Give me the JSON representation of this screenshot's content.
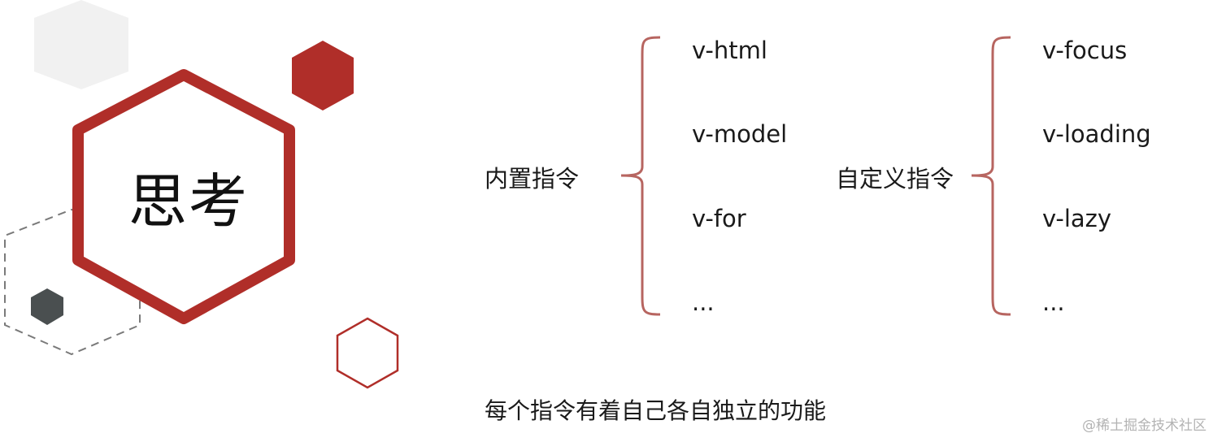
{
  "colors": {
    "accent_red": "#b02e29",
    "grey_hex": "#f1f1f1",
    "dark_hex": "#4a4f50",
    "dash": "#7a7a7a"
  },
  "title": "思考",
  "builtin": {
    "label": "内置指令",
    "items": [
      "v-html",
      "v-model",
      "v-for",
      "..."
    ]
  },
  "custom": {
    "label": "自定义指令",
    "items": [
      "v-focus",
      "v-loading",
      "v-lazy",
      "..."
    ]
  },
  "footer": "每个指令有着自己各自独立的功能",
  "watermark": "@稀土掘金技术社区"
}
